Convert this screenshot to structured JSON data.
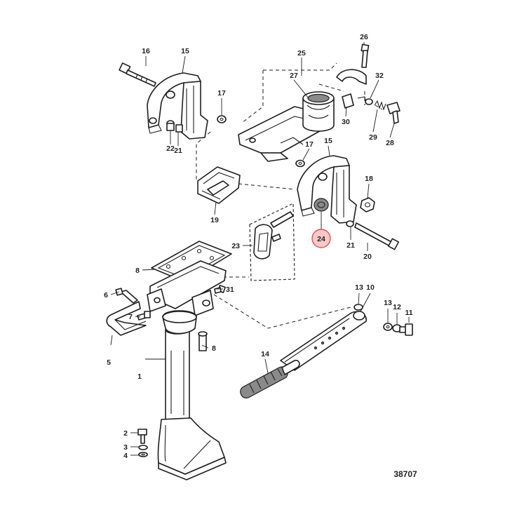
{
  "diagram": {
    "reference_number": "38707",
    "highlight_color": "#e35050",
    "highlight_fill": "#f7c9c9",
    "line_color": "#1e1e1e",
    "callouts": [
      {
        "id": "c1",
        "label": "1"
      },
      {
        "id": "c2",
        "label": "2"
      },
      {
        "id": "c3",
        "label": "3"
      },
      {
        "id": "c4",
        "label": "4"
      },
      {
        "id": "c5",
        "label": "5"
      },
      {
        "id": "c6",
        "label": "6"
      },
      {
        "id": "c7",
        "label": "7"
      },
      {
        "id": "c8a",
        "label": "8"
      },
      {
        "id": "c8b",
        "label": "8"
      },
      {
        "id": "c10",
        "label": "10"
      },
      {
        "id": "c11",
        "label": "11"
      },
      {
        "id": "c12",
        "label": "12"
      },
      {
        "id": "c13a",
        "label": "13"
      },
      {
        "id": "c13b",
        "label": "13"
      },
      {
        "id": "c14",
        "label": "14"
      },
      {
        "id": "c15a",
        "label": "15"
      },
      {
        "id": "c15b",
        "label": "15"
      },
      {
        "id": "c16",
        "label": "16"
      },
      {
        "id": "c17a",
        "label": "17"
      },
      {
        "id": "c17b",
        "label": "17"
      },
      {
        "id": "c18",
        "label": "18"
      },
      {
        "id": "c19",
        "label": "19"
      },
      {
        "id": "c20",
        "label": "20"
      },
      {
        "id": "c21a",
        "label": "21"
      },
      {
        "id": "c21b",
        "label": "21"
      },
      {
        "id": "c22",
        "label": "22"
      },
      {
        "id": "c23",
        "label": "23"
      },
      {
        "id": "c24",
        "label": "24",
        "highlighted": true
      },
      {
        "id": "c25",
        "label": "25"
      },
      {
        "id": "c26",
        "label": "26"
      },
      {
        "id": "c27",
        "label": "27"
      },
      {
        "id": "c28",
        "label": "28"
      },
      {
        "id": "c29",
        "label": "29"
      },
      {
        "id": "c30",
        "label": "30"
      },
      {
        "id": "c31",
        "label": "31"
      },
      {
        "id": "c32",
        "label": "32"
      }
    ]
  }
}
